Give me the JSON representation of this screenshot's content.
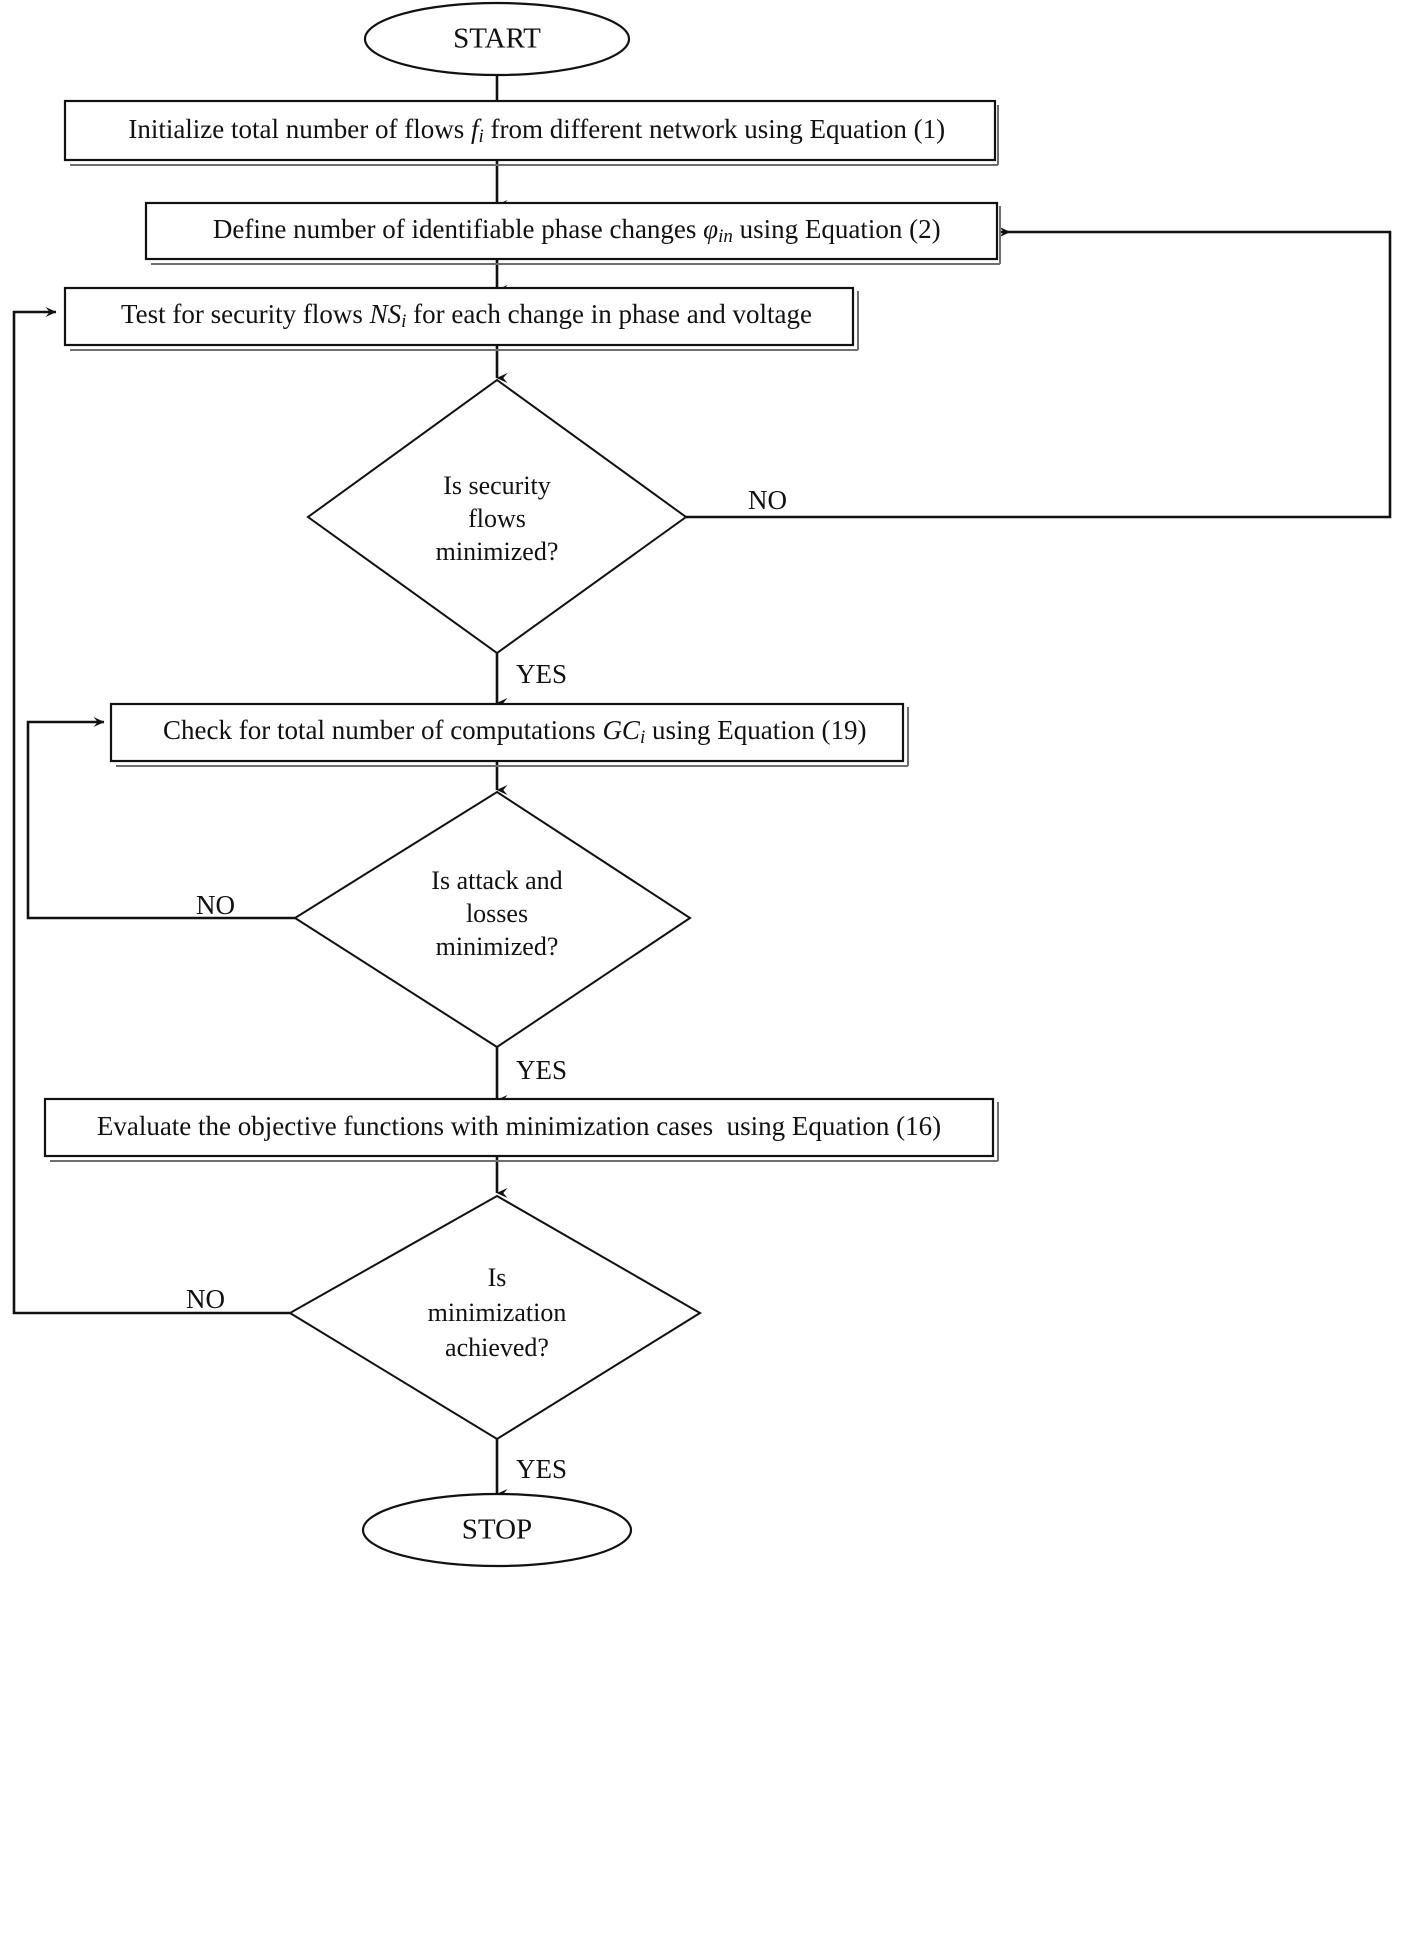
{
  "diagram": {
    "title": "Flowchart of the optimization algorithm",
    "type": "flowchart",
    "background_color": "#ffffff",
    "line_color": "#111111",
    "shadow_color": "#6f6f6f"
  },
  "nodes": {
    "start": {
      "shape": "ellipse",
      "label": "START"
    },
    "init_flows": {
      "shape": "process",
      "text_pre": "Initialize total number of flows ",
      "symbol": "f",
      "symbol_sub": "i",
      "text_post": " from different network using Equation (1)",
      "full_text": "Initialize total number of flows fi from different network using Equation (1)"
    },
    "define_phase": {
      "shape": "process",
      "text_pre": "Define number of identifiable phase changes ",
      "symbol": "φ",
      "symbol_sub": "in",
      "text_post": " using Equation (2)",
      "full_text": "Define number of identifiable phase changes φin using Equation (2)"
    },
    "test_security": {
      "shape": "process",
      "text_pre": "Test for security flows ",
      "symbol": "NS",
      "symbol_sub": "i",
      "text_post": " for each change in phase and voltage",
      "full_text": "Test for security flows NSi for each change in phase and voltage"
    },
    "decision_security": {
      "shape": "decision",
      "lines": [
        "Is security",
        "flows",
        "minimized?"
      ],
      "full_text": "Is security flows minimized?"
    },
    "check_computations": {
      "shape": "process",
      "text_pre": "Check for total number of computations ",
      "symbol": "GC",
      "symbol_sub": "i",
      "text_post": " using Equation (19)",
      "full_text": "Check for total number of computations GCi using Equation (19)"
    },
    "decision_attack": {
      "shape": "decision",
      "lines": [
        "Is attack and",
        "losses",
        "minimized?"
      ],
      "full_text": "Is attack and losses minimized?"
    },
    "evaluate_objective": {
      "shape": "process",
      "text_pre": "Evaluate the objective functions with minimization cases  using Equation (16)",
      "symbol": "",
      "symbol_sub": "",
      "text_post": "",
      "full_text": "Evaluate the objective functions with minimization cases  using Equation (16)"
    },
    "decision_minimization": {
      "shape": "decision",
      "lines": [
        "Is",
        "minimization",
        "achieved?"
      ],
      "full_text": "Is minimization achieved?"
    },
    "stop": {
      "shape": "ellipse",
      "label": "STOP"
    }
  },
  "edge_labels": {
    "security_no": "NO",
    "security_yes": "YES",
    "attack_no": "NO",
    "attack_yes": "YES",
    "minimization_no": "NO",
    "minimization_yes": "YES"
  }
}
